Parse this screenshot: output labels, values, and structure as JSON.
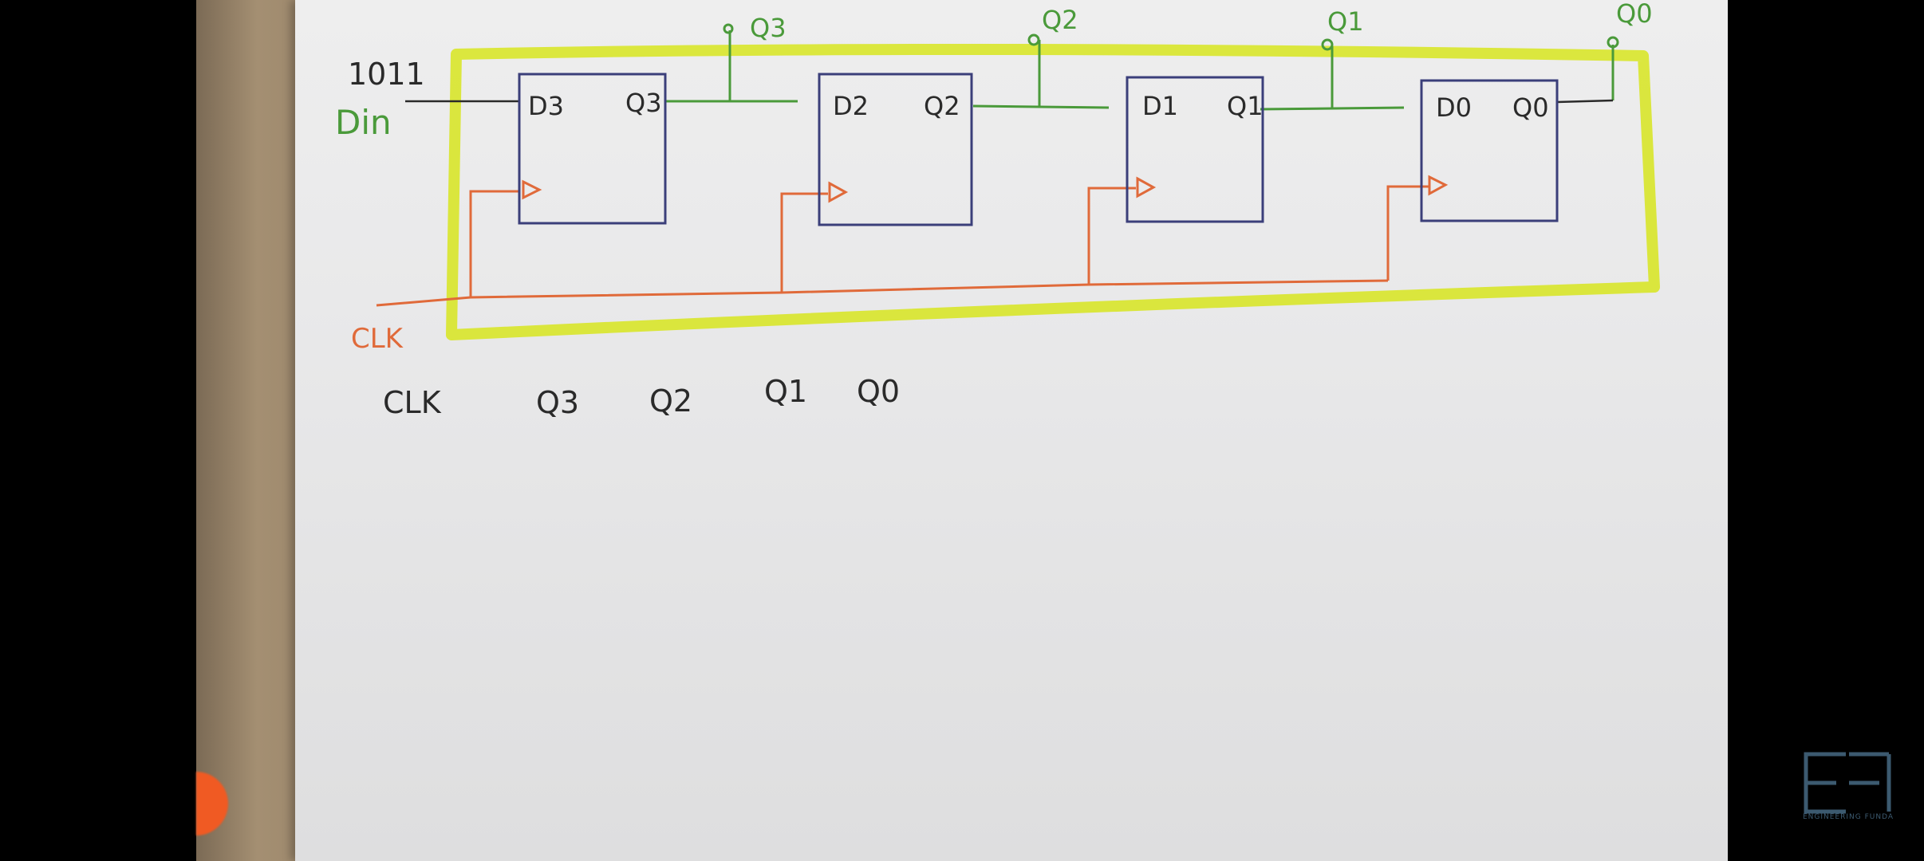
{
  "diagram": {
    "input_bits": "1011",
    "input_label": "Din",
    "clock_label": "CLK",
    "flip_flops": [
      {
        "d_label": "D3",
        "q_label": "Q3",
        "output_tap": "Q3"
      },
      {
        "d_label": "D2",
        "q_label": "Q2",
        "output_tap": "Q2"
      },
      {
        "d_label": "D1",
        "q_label": "Q1",
        "output_tap": "Q1"
      },
      {
        "d_label": "D0",
        "q_label": "Q0",
        "output_tap": "Q0"
      }
    ],
    "table_headers": [
      "CLK",
      "Q3",
      "Q2",
      "Q1",
      "Q0"
    ]
  },
  "colors": {
    "flip_flop_box": "#3b3f7a",
    "data_wire": "#4a9a3a",
    "clock_wire": "#e06a3a",
    "highlight": "#d8e62a",
    "ink": "#2a2a2a"
  },
  "watermark": {
    "caption": "ENGINEERING FUNDA",
    "icon": "ef-logo-icon"
  }
}
